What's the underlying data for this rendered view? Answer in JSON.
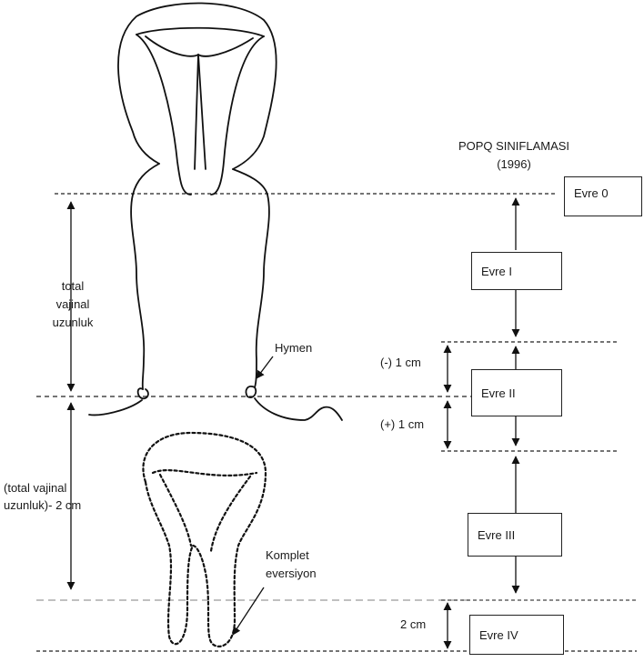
{
  "title": "POPQ SINIFLAMASI",
  "year": "(1996)",
  "stages": [
    {
      "label": "Evre 0"
    },
    {
      "label": "Evre I"
    },
    {
      "label": "Evre II"
    },
    {
      "label": "Evre III"
    },
    {
      "label": "Evre IV"
    }
  ],
  "labels": {
    "total_vaginal_length": [
      "total",
      "vajinal",
      "uzunluk"
    ],
    "total_minus_2cm": [
      "(total vajinal",
      "uzunluk)- 2 cm"
    ],
    "hymen": "Hymen",
    "complete_eversion": [
      "Komplet",
      "eversiyon"
    ],
    "minus_1cm": "(-) 1 cm",
    "plus_1cm": "(+) 1 cm",
    "two_cm": "2 cm"
  },
  "colors": {
    "line": "#111111",
    "dashed_guide": "#222222",
    "faint_guide": "#9a9a9a"
  }
}
